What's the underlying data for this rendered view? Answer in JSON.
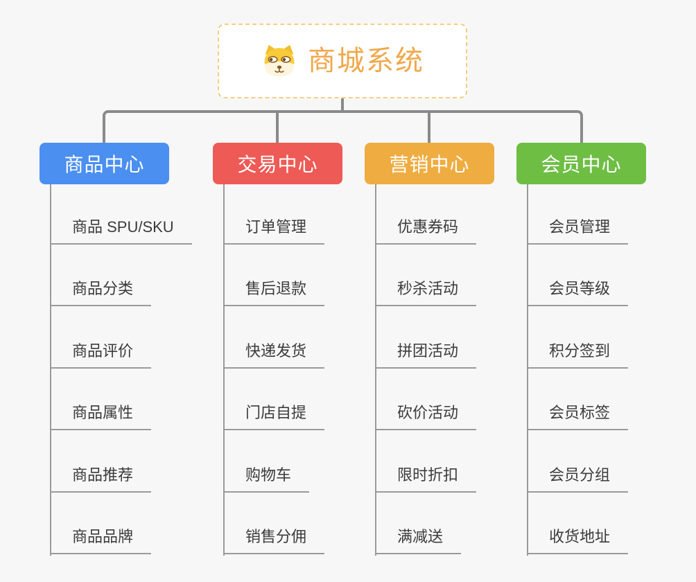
{
  "page": {
    "background_color": "#f7f7f7",
    "connector_color": "#8a8a8a",
    "leaf_line_color": "#9a9a9a"
  },
  "root": {
    "title": "商城系统",
    "icon": "dog-face-icon",
    "title_color": "#f0a84b",
    "border_color": "#f8cc80"
  },
  "branches": [
    {
      "label": "商品中心",
      "color": "#4b8ff0",
      "items": [
        "商品 SPU/SKU",
        "商品分类",
        "商品评价",
        "商品属性",
        "商品推荐",
        "商品品牌"
      ]
    },
    {
      "label": "交易中心",
      "color": "#ee5a55",
      "items": [
        "订单管理",
        "售后退款",
        "快递发货",
        "门店自提",
        "购物车",
        "销售分佣"
      ]
    },
    {
      "label": "营销中心",
      "color": "#efac41",
      "items": [
        "优惠券码",
        "秒杀活动",
        "拼团活动",
        "砍价活动",
        "限时折扣",
        "满减送"
      ]
    },
    {
      "label": "会员中心",
      "color": "#6ebe44",
      "items": [
        "会员管理",
        "会员等级",
        "积分签到",
        "会员标签",
        "会员分组",
        "收货地址"
      ]
    }
  ]
}
